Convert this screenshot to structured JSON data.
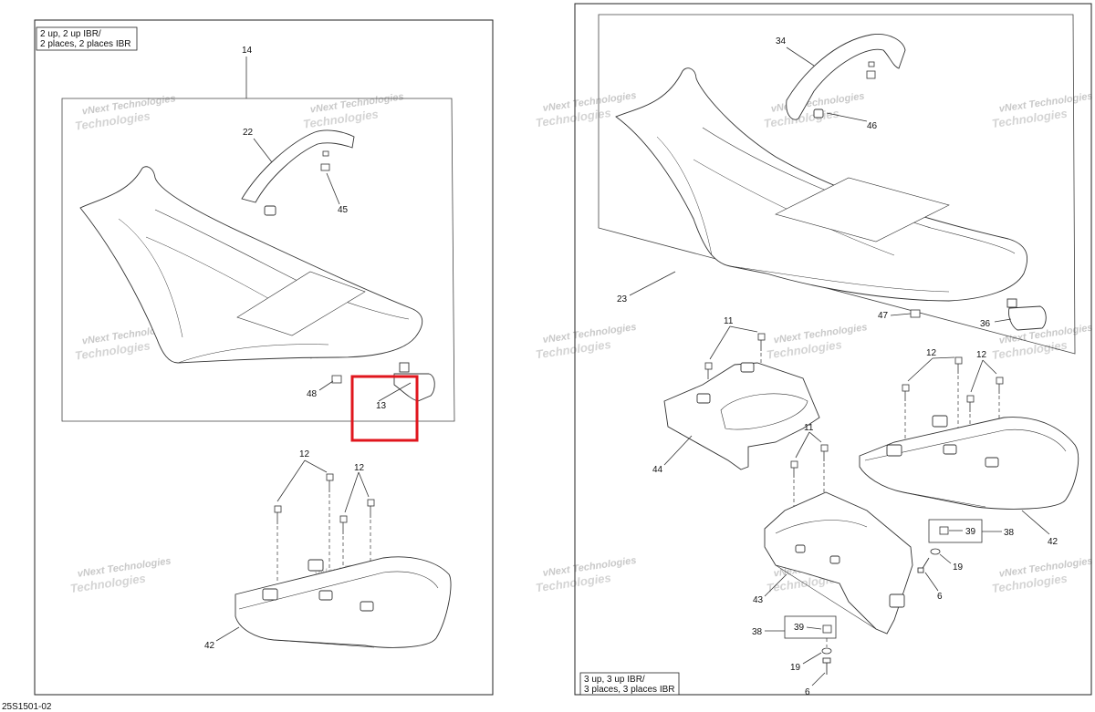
{
  "diagram_id": "25S1501-02",
  "left_caption": [
    "2 up, 2 up IBR/",
    "2 places, 2 places IBR"
  ],
  "right_caption": [
    "3 up, 3 up IBR/",
    "3 places, 3 places IBR"
  ],
  "watermark": [
    "vNext Technologies",
    "Technologies"
  ],
  "highlight_color": "#e0161d",
  "callouts": {
    "c14": "14",
    "c22": "22",
    "c45": "45",
    "c48": "48",
    "c13": "13",
    "c12a": "12",
    "c12b": "12",
    "c42l": "42",
    "c34": "34",
    "c46": "46",
    "c23": "23",
    "c47": "47",
    "c36": "36",
    "c11a": "11",
    "c12c": "12",
    "c12d": "12",
    "c44": "44",
    "c11b": "11",
    "c42r": "42",
    "c39a": "39",
    "c38a": "38",
    "c19a": "19",
    "c6a": "6",
    "c43": "43",
    "c38b": "38",
    "c39b": "39",
    "c19b": "19",
    "c6b": "6"
  }
}
